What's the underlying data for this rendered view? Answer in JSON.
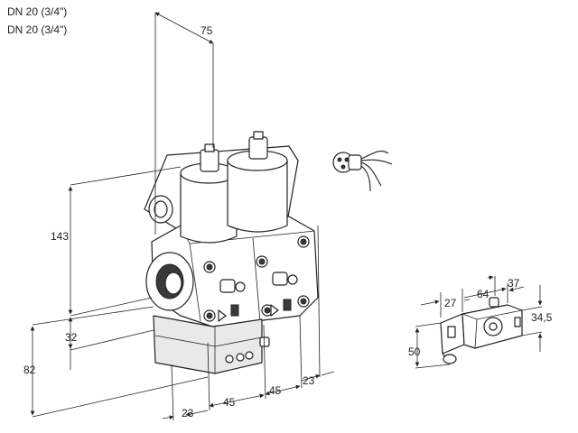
{
  "header": {
    "line1": "DN 20 (3/4\")",
    "line2": "DN 20 (3/4\")"
  },
  "dimensions": {
    "width_top": "75",
    "height_upper": "143",
    "height_mid": "32",
    "height_lower": "82",
    "offset_bottom": "23",
    "spacing_a": "45",
    "spacing_b": "45",
    "offset_right": "23",
    "coil_27": "27",
    "coil_64": "64",
    "coil_37": "37",
    "coil_345": "34,5",
    "coil_50": "50"
  }
}
